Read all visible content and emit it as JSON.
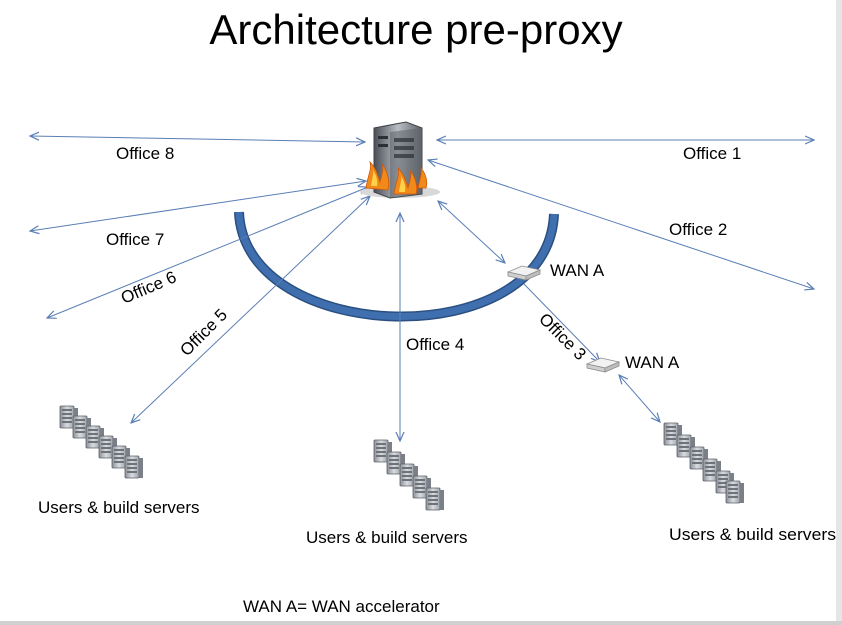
{
  "title": "Architecture pre-proxy",
  "offices": {
    "office1": "Office 1",
    "office2": "Office 2",
    "office3": "Office 3",
    "office4": "Office 4",
    "office5": "Office 5",
    "office6": "Office 6",
    "office7": "Office 7",
    "office8": "Office 8"
  },
  "wan": {
    "label_a": "WAN A",
    "label_b": "WAN A",
    "legend": "WAN A= WAN accelerator"
  },
  "server_groups": {
    "left": "Users & build servers",
    "middle": "Users & build servers",
    "right": "Users & build servers"
  },
  "colors": {
    "arrow": "#5a7fb5",
    "arc": "#3f6fae",
    "arc_outline": "#2a4f80",
    "fire": "#f28a1a"
  },
  "icons": {
    "central": "firewall-server-icon",
    "wan": "wan-accelerator-icon",
    "servers": "server-rack-icon"
  }
}
